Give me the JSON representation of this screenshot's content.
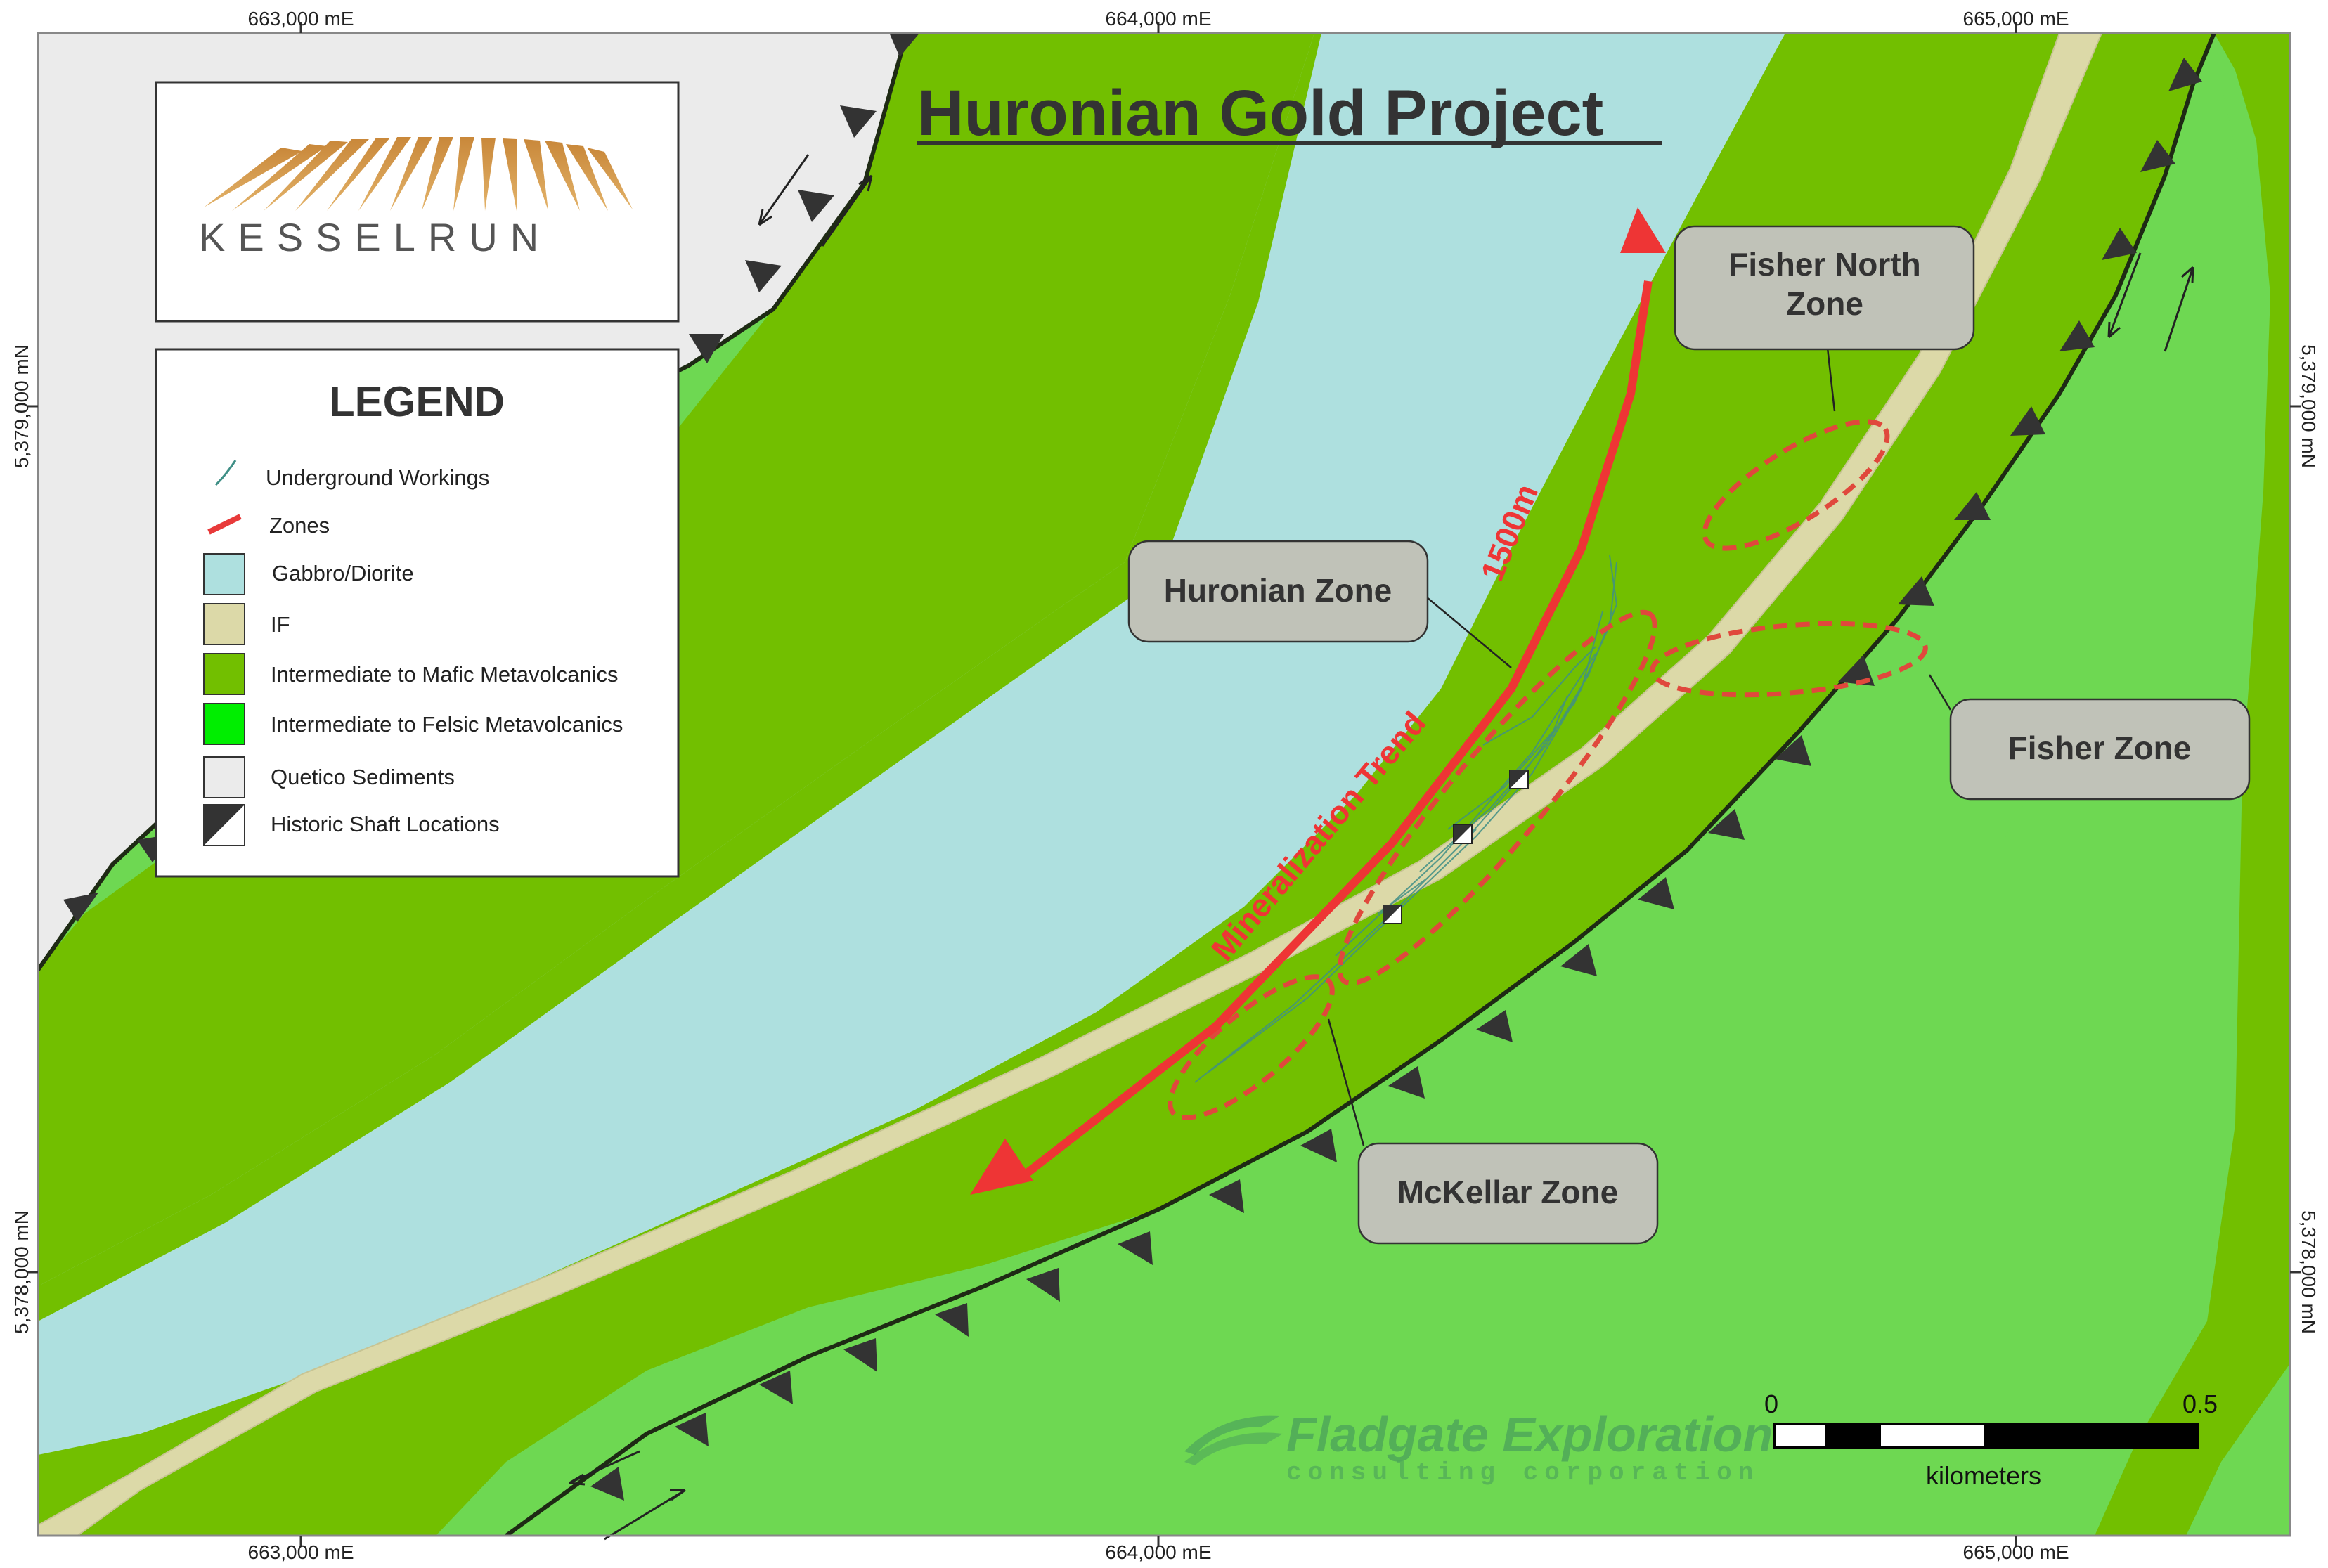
{
  "map": {
    "title": "Huronian Gold Project",
    "logo": {
      "text": "KESSELRUN"
    },
    "grid": {
      "top_labels": [
        "663,000 mE",
        "664,000 mE",
        "665,000 mE"
      ],
      "bottom_labels": [
        "663,000 mE",
        "664,000 mE",
        "665,000 mE"
      ],
      "left_labels": [
        "5,379,000 mN",
        "5,378,000 mN"
      ],
      "right_labels": [
        "5,379,000 mN",
        "5,378,000 mN"
      ]
    },
    "legend": {
      "title": "LEGEND",
      "items": [
        {
          "label": "Underground Workings",
          "symbol": "line",
          "color": "#3f8f86"
        },
        {
          "label": "Zones",
          "symbol": "line",
          "color": "#e83a3a"
        },
        {
          "label": "Gabbro/Diorite",
          "symbol": "fill",
          "color": "#aee0df"
        },
        {
          "label": "IF",
          "symbol": "fill",
          "color": "#dcd9a8"
        },
        {
          "label": "Intermediate to Mafic Metavolcanics",
          "symbol": "fill",
          "color": "#72bf00"
        },
        {
          "label": "Intermediate to Felsic Metavolcanics",
          "symbol": "fill",
          "color": "#00ee00"
        },
        {
          "label": "Quetico Sediments",
          "symbol": "fill",
          "color": "#ebebeb"
        },
        {
          "label": "Historic Shaft Locations",
          "symbol": "shaft",
          "color": "#333333"
        }
      ]
    },
    "zones": {
      "huronian": "Huronian Zone",
      "fisher_north_line1": "Fisher North",
      "fisher_north_line2": "Zone",
      "fisher": "Fisher Zone",
      "mckellar": "McKellar Zone"
    },
    "trend": {
      "label": "Mineralization Trend",
      "length": "1500m"
    },
    "scale_bar": {
      "start": "0",
      "end": "0.5",
      "units": "kilometers"
    },
    "watermark": {
      "line1": "Fladgate Exploration",
      "line2": "consulting corporation"
    },
    "colors": {
      "quetico": "#ebebeb",
      "mafic": "#72bf00",
      "felsic_light": "#6ed852",
      "gabbro": "#aee0df",
      "iron_formation": "#dcd9a8",
      "fault": "#1e2a14",
      "trend_arrow": "#ee3535",
      "callout_fill": "#c0c2b8"
    }
  }
}
